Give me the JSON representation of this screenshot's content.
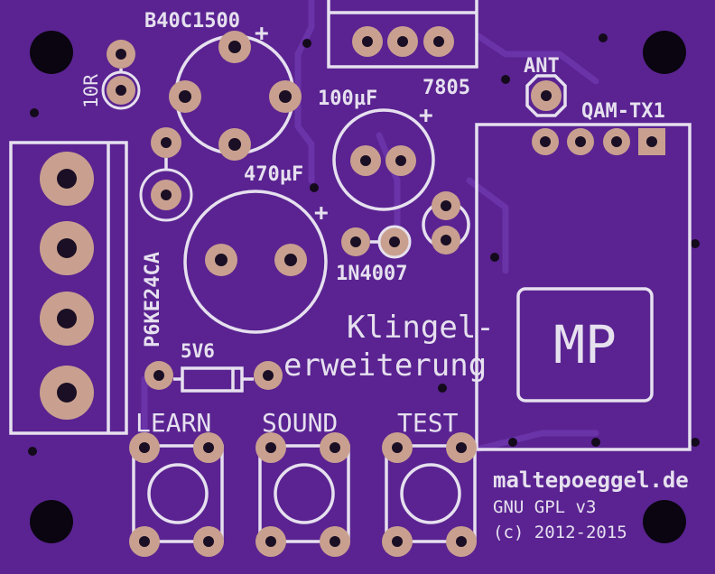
{
  "board": {
    "bg_color": "#5a2391",
    "silk_color": "#e6e0ef",
    "pad_color": "#c9a08f"
  },
  "labels": {
    "bridge": "B40C1500",
    "resistor": "10R",
    "tvs": "P6KE24CA",
    "cap_large": "470µF",
    "cap_small": "100µF",
    "regulator": "7805",
    "antenna": "ANT",
    "module": "QAM-TX1",
    "diode": "1N4007",
    "zener": "5V6",
    "title_line1": "Klingel-",
    "title_line2": "erweiterung",
    "btn_learn": "LEARN",
    "btn_sound": "SOUND",
    "btn_test": "TEST",
    "website": "maltepoeggel.de",
    "license": "GNU GPL v3",
    "copyright": "(c) 2012-2015",
    "logo": "MP",
    "plus": "+"
  }
}
